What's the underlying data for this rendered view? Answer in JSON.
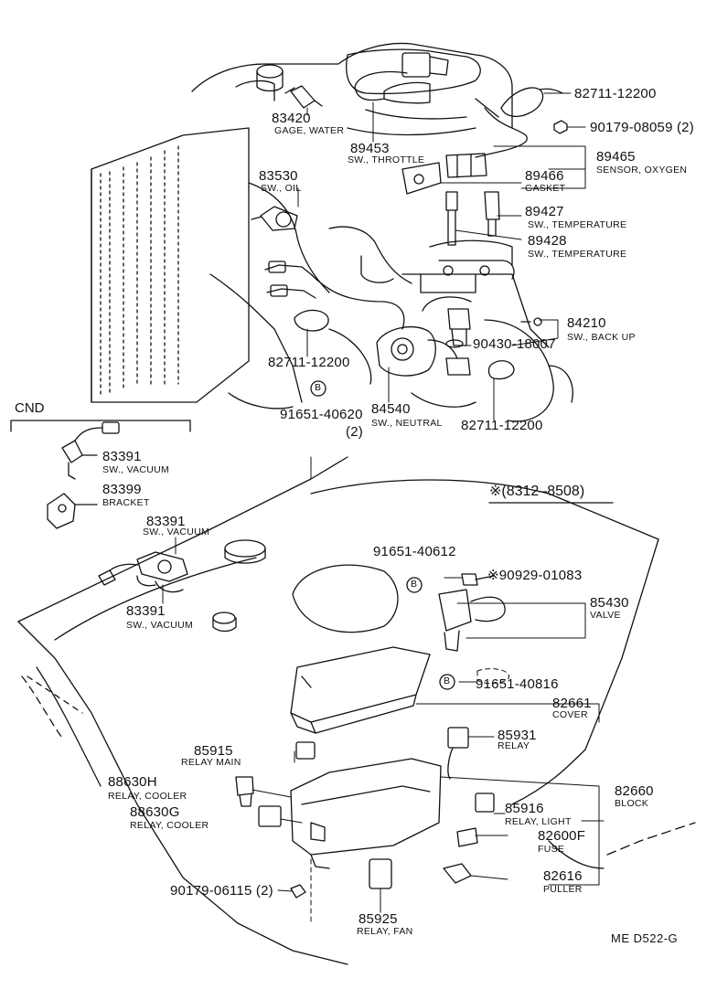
{
  "callouts": [
    {
      "id": "83420",
      "part": "83420",
      "desc": "GAGE, WATER"
    },
    {
      "id": "89453",
      "part": "89453",
      "desc": "SW., THROTTLE"
    },
    {
      "id": "82711a",
      "part": "82711-12200",
      "desc": ""
    },
    {
      "id": "90179a",
      "part": "90179-08059 (2)",
      "desc": ""
    },
    {
      "id": "89465",
      "part": "89465",
      "desc": "SENSOR, OXYGEN"
    },
    {
      "id": "89466",
      "part": "89466",
      "desc": "GASKET"
    },
    {
      "id": "83530",
      "part": "83530",
      "desc": "SW., OIL"
    },
    {
      "id": "89427",
      "part": "89427",
      "desc": "SW., TEMPERATURE"
    },
    {
      "id": "89428",
      "part": "89428",
      "desc": "SW., TEMPERATURE"
    },
    {
      "id": "84210",
      "part": "84210",
      "desc": "SW., BACK UP"
    },
    {
      "id": "90430",
      "part": "90430-18007",
      "desc": ""
    },
    {
      "id": "82711b",
      "part": "82711-12200",
      "desc": ""
    },
    {
      "id": "91651a",
      "part": "91651-40620",
      "desc": "(2)"
    },
    {
      "id": "84540",
      "part": "84540",
      "desc": "SW., NEUTRAL"
    },
    {
      "id": "82711c",
      "part": "82711-12200",
      "desc": ""
    },
    {
      "id": "83391a",
      "part": "83391",
      "desc": "SW., VACUUM"
    },
    {
      "id": "83399",
      "part": "83399",
      "desc": "BRACKET"
    },
    {
      "id": "83391b",
      "part": "83391",
      "desc": "SW., VACUUM"
    },
    {
      "id": "83391c",
      "part": "83391",
      "desc": "SW., VACUUM"
    },
    {
      "id": "91651b",
      "part": "91651-40612",
      "desc": ""
    },
    {
      "id": "90929",
      "part": "※90929-01083",
      "desc": ""
    },
    {
      "id": "85430",
      "part": "85430",
      "desc": "VALVE"
    },
    {
      "id": "91651c",
      "part": "91651-40816",
      "desc": ""
    },
    {
      "id": "82661",
      "part": "82661",
      "desc": "COVER"
    },
    {
      "id": "85931",
      "part": "85931",
      "desc": "RELAY"
    },
    {
      "id": "85915",
      "part": "85915",
      "desc": "RELAY  MAIN"
    },
    {
      "id": "88630h",
      "part": "88630H",
      "desc": "RELAY, COOLER"
    },
    {
      "id": "88630g",
      "part": "88630G",
      "desc": "RELAY, COOLER"
    },
    {
      "id": "82660",
      "part": "82660",
      "desc": "BLOCK"
    },
    {
      "id": "85916",
      "part": "85916",
      "desc": "RELAY, LIGHT"
    },
    {
      "id": "82600f",
      "part": "82600F",
      "desc": "FUSE"
    },
    {
      "id": "82616",
      "part": "82616",
      "desc": "PULLER"
    },
    {
      "id": "90179b",
      "part": "90179-06115 (2)",
      "desc": ""
    },
    {
      "id": "85925",
      "part": "85925",
      "desc": "RELAY, FAN"
    }
  ],
  "section_cnd": "CND",
  "date_range": "※(8312–8508)",
  "bolt_mark": "B",
  "footer_code": "ME  D522-G"
}
